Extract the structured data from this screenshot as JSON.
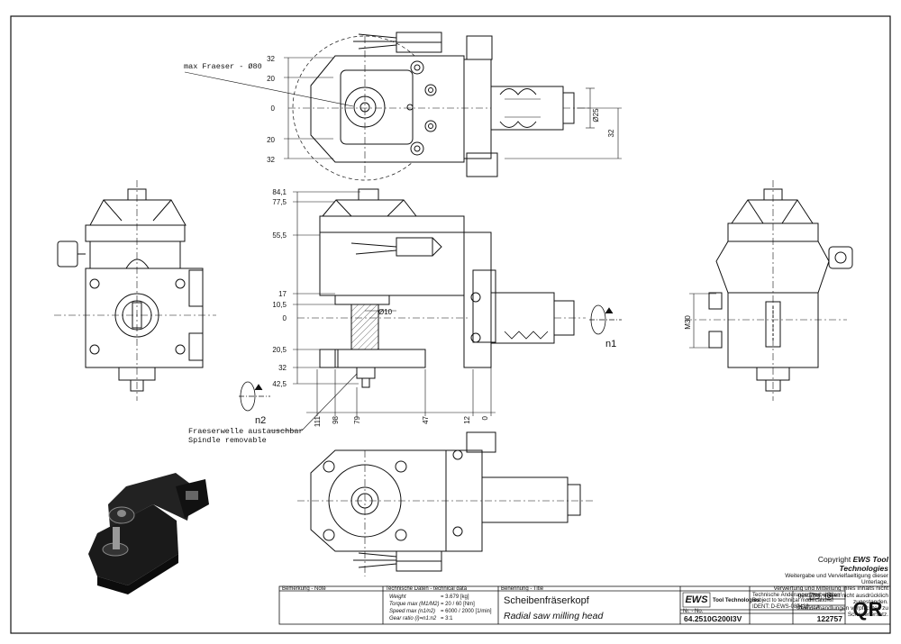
{
  "colors": {
    "ink": "#111111",
    "product_body": "#1a1a1a",
    "highlight": "#8a8a8a"
  },
  "top_view": {
    "dims_left": [
      "32",
      "20",
      "0",
      "20",
      "32"
    ],
    "dims_right": [
      "Ø25",
      "32"
    ],
    "note": "max Fraeser - Ø80"
  },
  "side_view": {
    "dims_left": [
      "84,1",
      "77,5",
      "55,5",
      "17",
      "10,5",
      "0",
      "20,5",
      "32",
      "42,5"
    ],
    "dims_bottom": [
      "111",
      "98",
      "79",
      "47",
      "12",
      "0"
    ],
    "hole_dim": "Ø10",
    "rotation_n1": "n1",
    "rotation_n2": "n2",
    "note_de": "Fraeserwelle austauschbar",
    "note_en": "Spindle removable"
  },
  "right_view": {
    "thread_dim": "M30"
  },
  "copyright": {
    "title_prefix": "Copyright",
    "brand": "EWS Tool Technologies",
    "lines": [
      "Weitergabe und Vervielfaeltigung dieser Unterlage,",
      "Verwertung und Mitteilung ihres Inhalts nicht",
      "gestattet, soweit nicht ausdrücklich zugestanden.",
      "Zuwiderhandlungen verpflichten zu Schadenersatz."
    ]
  },
  "title_block": {
    "remark_label": "Bemerkung - Note",
    "tech_label": "Technische Daten - technical data",
    "designation_label": "Benennung - Title",
    "tech_rows": [
      {
        "label": "Weight",
        "value": "=  3.679 [kg]"
      },
      {
        "label": "Torque max (M1/M2)",
        "value": "=  20 / 60 [Nm]"
      },
      {
        "label": "Speed max (n1/n2)",
        "value": "=  6000 / 2000 [1/min]"
      },
      {
        "label": "Gear ratio (i)=n1:n2",
        "value": "=  3:1"
      }
    ],
    "title_de": "Scheibenfräserkopf",
    "title_en": "Radial saw milling head",
    "logo_text": "EWS",
    "logo_sub": "Tool Technologies",
    "changes_note_1": "Technische Änderungen vorbehalten!",
    "changes_note_2": "Subject to technical modifications!",
    "ident": "IDENT: D-EWS-087439",
    "part_no_label": "Nr. - No.",
    "part_no": "64.2510G200I3V",
    "rev_label": "REV.  - / A",
    "number": "122757",
    "qr": "QR"
  }
}
